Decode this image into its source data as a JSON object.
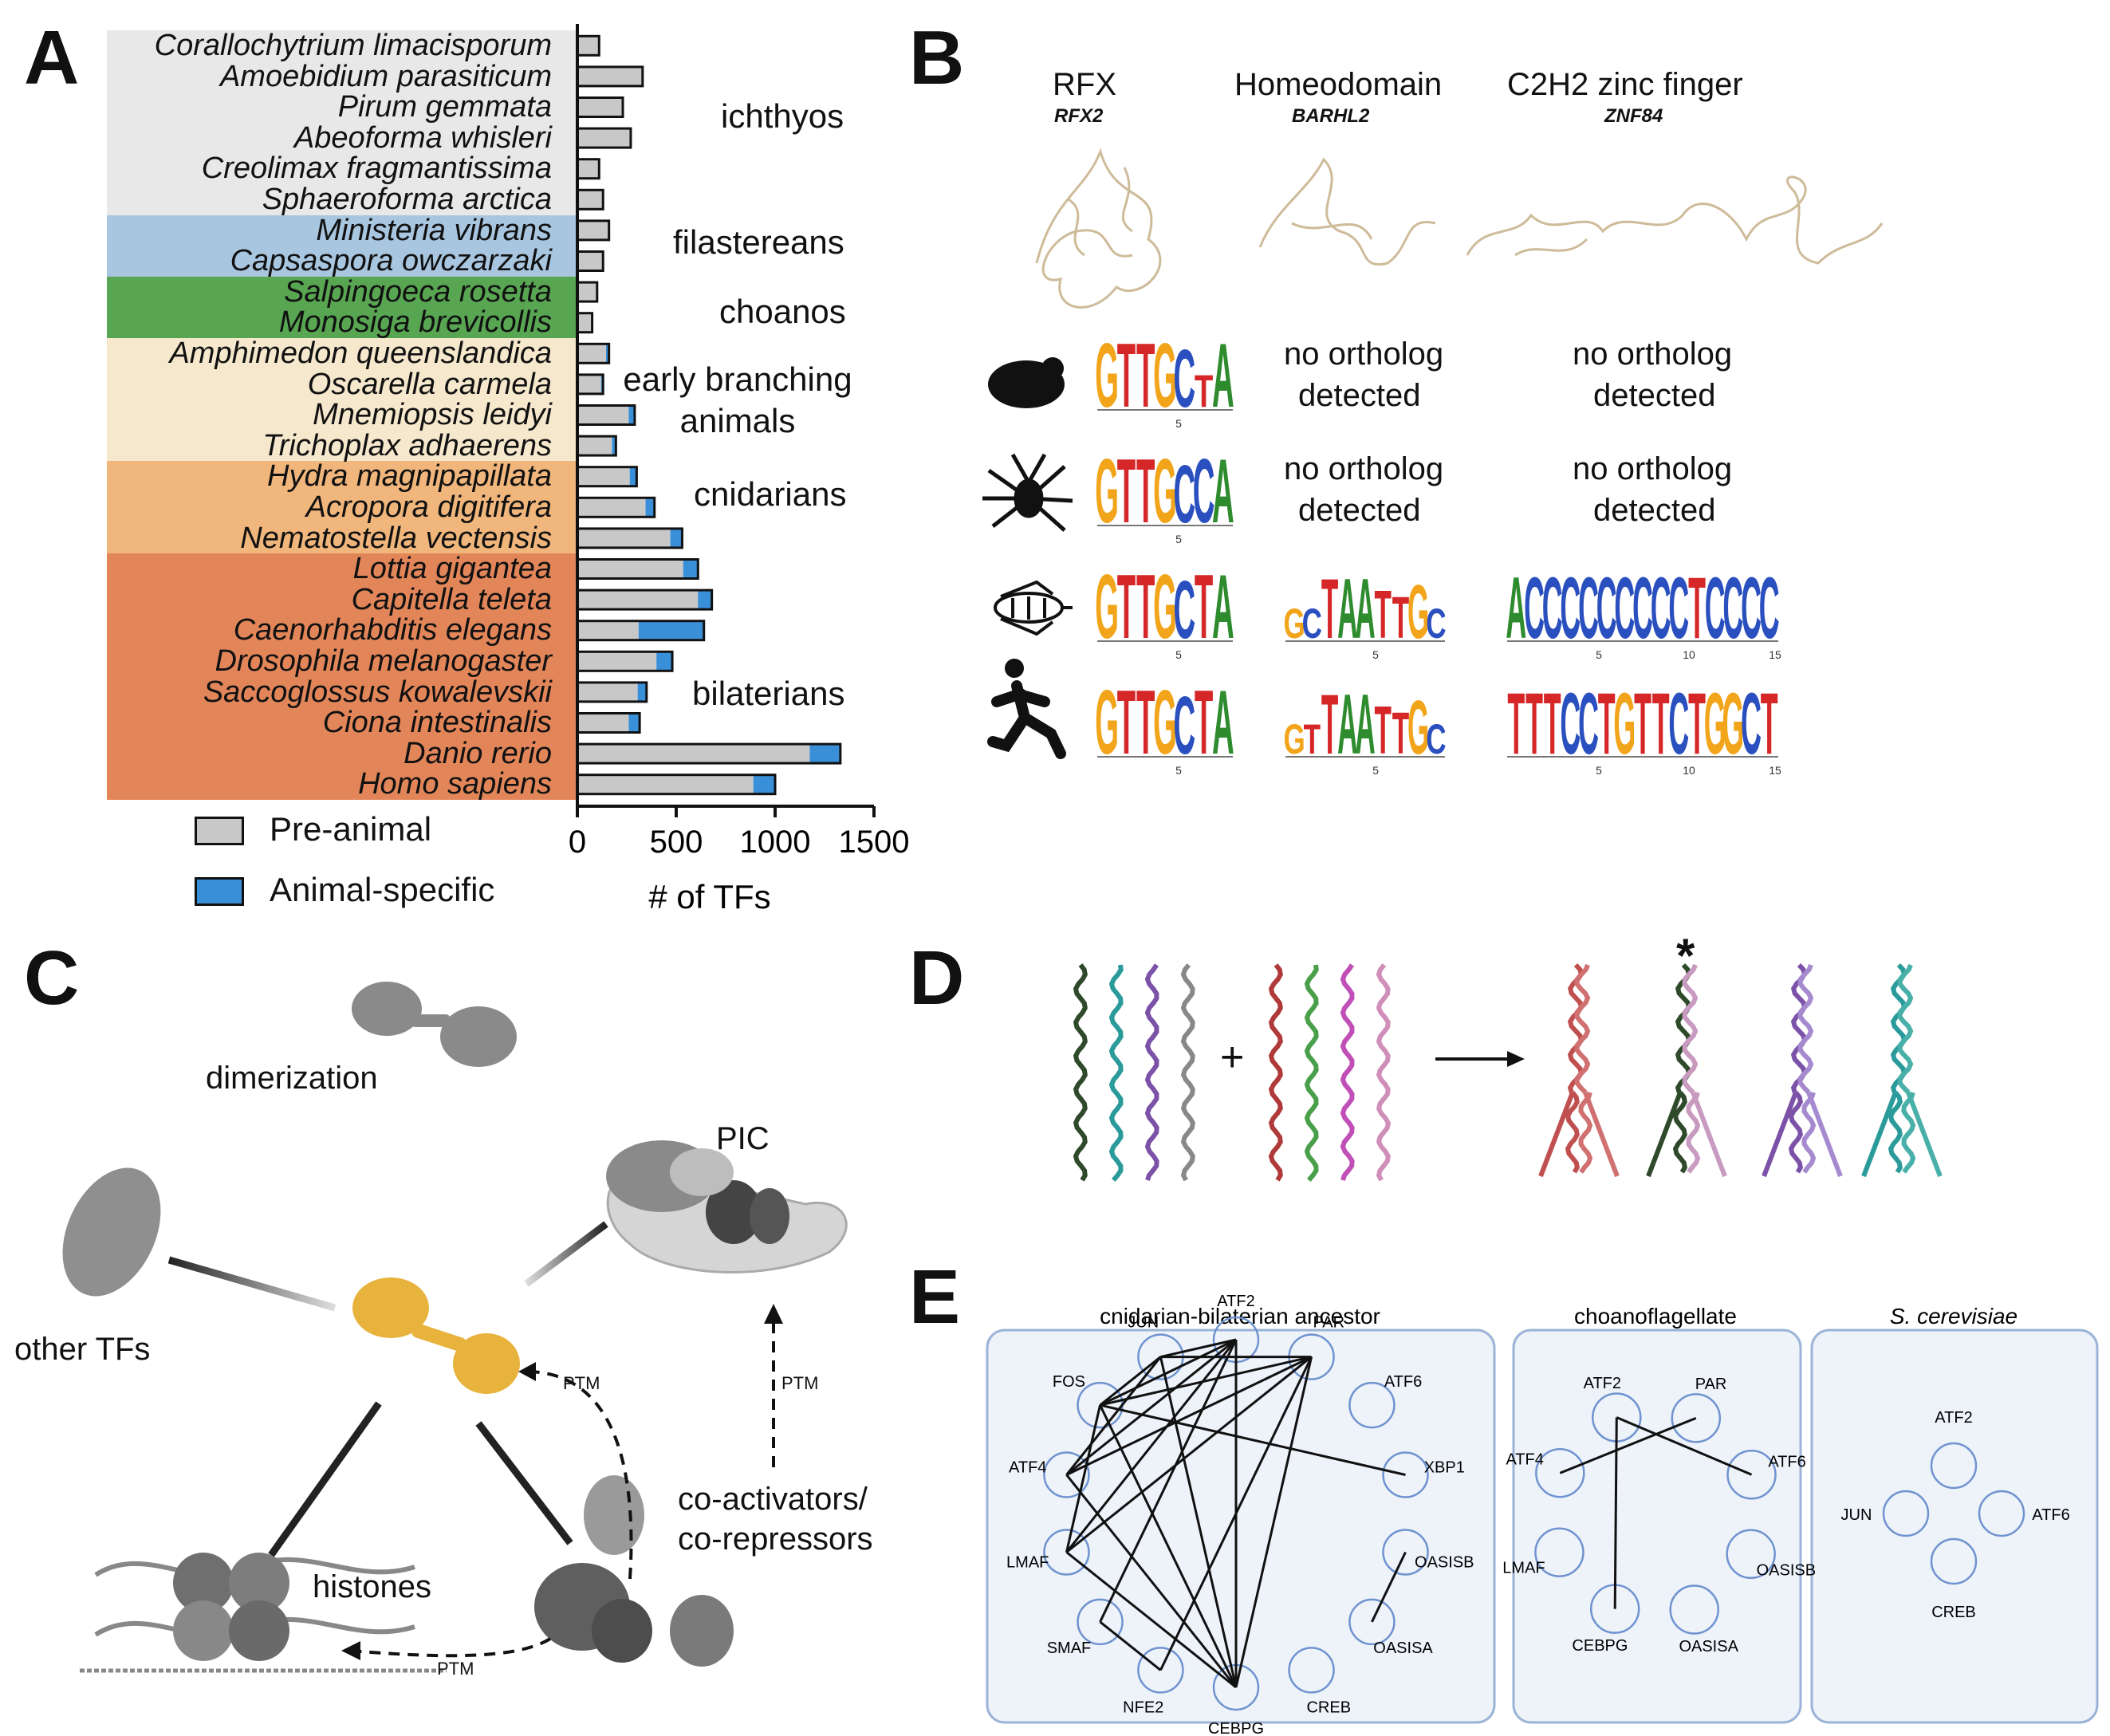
{
  "panels": {
    "a": "A",
    "b": "B",
    "c": "C",
    "d": "D",
    "e": "E"
  },
  "chart_data": {
    "type": "bar",
    "orientation": "horizontal",
    "stacked": true,
    "categories": [
      "Corallochytrium limacisporum",
      "Amoebidium parasiticum",
      "Pirum gemmata",
      "Abeoforma whisleri",
      "Creolimax fragmantissima",
      "Sphaeroforma arctica",
      "Ministeria vibrans",
      "Capsaspora owczarzaki",
      "Salpingoeca rosetta",
      "Monosiga brevicollis",
      "Amphimedon queenslandica",
      "Oscarella carmela",
      "Mnemiopsis leidyi",
      "Trichoplax adhaerens",
      "Hydra magnipapillata",
      "Acropora digitifera",
      "Nematostella vectensis",
      "Lottia gigantea",
      "Capitella teleta",
      "Caenorhabditis elegans",
      "Drosophila melanogaster",
      "Saccoglossus kowalevskii",
      "Ciona intestinalis",
      "Danio rerio",
      "Homo sapiens"
    ],
    "series": [
      {
        "name": "Pre-animal",
        "color": "#c8c8c8",
        "values": [
          110,
          330,
          230,
          270,
          110,
          130,
          160,
          130,
          100,
          75,
          145,
          120,
          260,
          175,
          265,
          345,
          470,
          535,
          610,
          310,
          400,
          305,
          260,
          1175,
          890
        ]
      },
      {
        "name": "Animal-specific",
        "color": "#3a8fd9",
        "values": [
          0,
          0,
          0,
          0,
          0,
          0,
          0,
          0,
          0,
          0,
          15,
          10,
          30,
          20,
          35,
          45,
          60,
          75,
          70,
          330,
          80,
          45,
          55,
          155,
          110
        ]
      }
    ],
    "xlabel": "# of TFs",
    "xlim": [
      0,
      1500
    ],
    "xticks": [
      "0",
      "500",
      "1000",
      "1500"
    ],
    "groups": [
      {
        "label": "ichthyos",
        "color": "#e8e8e8",
        "from": 0,
        "to": 5
      },
      {
        "label": "filastereans",
        "color": "#a9c6e0",
        "from": 6,
        "to": 7
      },
      {
        "label": "choanos",
        "color": "#58a552",
        "from": 8,
        "to": 9
      },
      {
        "label": "early branching animals",
        "color": "#f6e8cd",
        "from": 10,
        "to": 13
      },
      {
        "label": "cnidarians",
        "color": "#f0b67c",
        "from": 14,
        "to": 16
      },
      {
        "label": "bilaterians",
        "color": "#e2865a",
        "from": 17,
        "to": 24
      }
    ],
    "legend_position": "bottom-left"
  },
  "panel_b": {
    "families": [
      {
        "name": "RFX",
        "gene": "RFX2"
      },
      {
        "name": "Homeodomain",
        "gene": "BARHL2"
      },
      {
        "name": "C2H2 zinc finger",
        "gene": "ZNF84"
      }
    ],
    "no_ortholog_1": "no ortholog",
    "no_ortholog_2": "detected",
    "rows": [
      {
        "organism_icon": "yeast-icon",
        "rfx": "GTTGCTA",
        "homeo": null,
        "znf": null
      },
      {
        "organism_icon": "spider-icon",
        "rfx": "GTTGCCA",
        "homeo": null,
        "znf": null
      },
      {
        "organism_icon": "fly-icon",
        "rfx": "GTTGCTA",
        "homeo": "GCTAATTGC",
        "znf": "ACCCCCCCCCTCCCC"
      },
      {
        "organism_icon": "human-runner-icon",
        "rfx": "GTTGCTA",
        "homeo": "GTTAATTGC",
        "znf": "TTTCCTGTTCTGGCT"
      }
    ],
    "tick_5": "5",
    "tick_10": "10",
    "tick_15": "15"
  },
  "panel_c": {
    "dimerization": "dimerization",
    "pic": "PIC",
    "other_tfs": "other TFs",
    "histones": "histones",
    "coactivators_1": "co-activators/",
    "coactivators_2": "co-repressors",
    "ptm": "PTM"
  },
  "panel_d": {
    "plus": "+",
    "asterisk": "*"
  },
  "panel_e": {
    "boxes": [
      {
        "title": "cnidarian-bilaterian ancestor",
        "nodes": [
          "ATF2",
          "PAR",
          "ATF6",
          "XBP1",
          "OASISB",
          "OASISA",
          "CREB",
          "CEBPG",
          "NFE2",
          "SMAF",
          "LMAF",
          "ATF4",
          "FOS",
          "JUN"
        ]
      },
      {
        "title": "choanoflagellate",
        "nodes": [
          "ATF2",
          "PAR",
          "ATF6",
          "OASISB",
          "OASISA",
          "CEBPG",
          "LMAF",
          "ATF4"
        ]
      },
      {
        "title": "S. cerevisiae",
        "nodes": [
          "ATF2",
          "ATF6",
          "CREB",
          "JUN"
        ]
      }
    ]
  },
  "colors": {
    "A": "#2e8b2e",
    "C": "#2a4fbf",
    "G": "#f2a51a",
    "T": "#d62728",
    "bar_outline": "#111111",
    "ebox_fill": "#eef3fa",
    "ebox_stroke": "#9bb3d6"
  }
}
